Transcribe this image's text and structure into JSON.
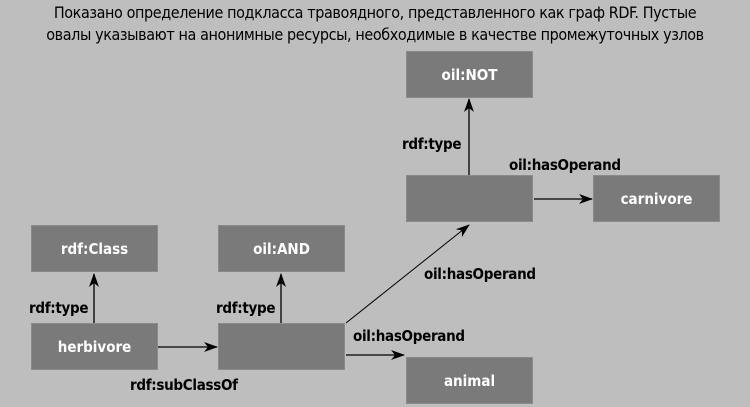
{
  "caption": {
    "line1": "Показано определение подкласса травоядного, представленного как граф RDF. Пустые",
    "line2": "овалы указывают на анонимные ресурсы, необходимые в качестве промежуточных узлов"
  },
  "nodes": {
    "rdf_class": "rdf:Class",
    "oil_and": "oil:AND",
    "oil_not": "oil:NOT",
    "herbivore": "herbivore",
    "blank_and": "",
    "blank_not": "",
    "carnivore": "carnivore",
    "animal": "animal"
  },
  "edges": {
    "herbivore_type": "rdf:type",
    "herbivore_subclass": "rdf:subClassOf",
    "and_type": "rdf:type",
    "and_operand_not": "oil:hasOperand",
    "and_operand_animal": "oil:hasOperand",
    "not_type": "rdf:type",
    "not_operand_carnivore": "oil:hasOperand"
  },
  "colors": {
    "background": "#bebebe",
    "node": "#7a7a7a",
    "node_text": "#ffffff",
    "edge": "#000000"
  }
}
